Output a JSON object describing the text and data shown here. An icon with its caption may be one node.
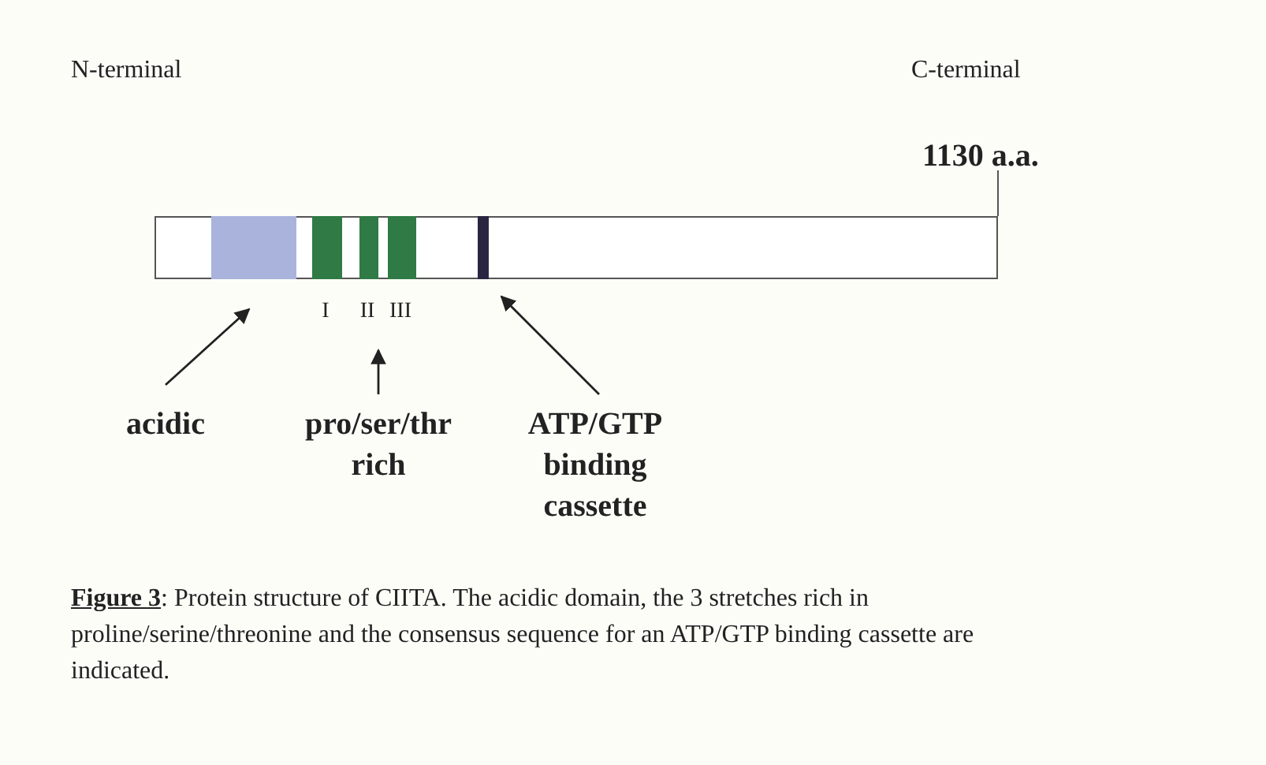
{
  "diagram": {
    "caption": "**Figure 3**:  Protein structure of CIITA. The acidic domain, the 3 stretches rich in proline/serine/threonine and the consensus sequence for an ATP/GTP binding cassette are indicated.",
    "nodes": [
      {
        "text": [],
        "shape": "bar"
      },
      {
        "text": [],
        "shape": "box",
        "in": 0
      },
      {
        "text": [],
        "shape": "box",
        "in": 0,
        "beside": [
          "I"
        ]
      },
      {
        "text": [],
        "shape": "box",
        "in": 0,
        "beside": [
          "II"
        ]
      },
      {
        "text": [],
        "shape": "box",
        "in": 0,
        "beside": [
          "III"
        ]
      },
      {
        "text": [],
        "shape": "bar",
        "in": 0
      },
      {
        "text": [
          "acidic"
        ]
      },
      {
        "text": [
          "pro/ser/thr rich"
        ]
      },
      {
        "text": [
          "ATP/GTP binding cassette"
        ]
      }
    ],
    "edges": [
      {
        "from": 6,
        "to": 1,
        "arrow": "to"
      },
      {
        "from": 7,
        "to": 3,
        "arrow": "to"
      },
      {
        "from": 8,
        "to": 5,
        "arrow": "to"
      }
    ],
    "labels": [
      "N-terminal",
      "C-terminal",
      "1130 a.a."
    ]
  }
}
